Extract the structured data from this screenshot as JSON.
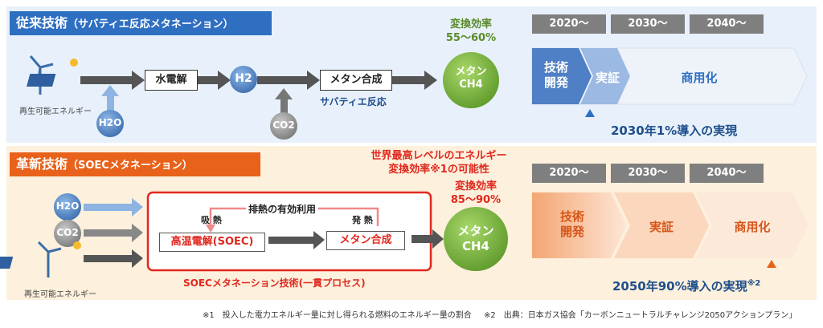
{
  "conventional": {
    "title": "従来技術",
    "title_sub": "（サバティエ反応メタネーション）",
    "renewable_label": "再生可能エネルギー",
    "h2o": "H2O",
    "electrolysis": "水電解",
    "h2": "H2",
    "co2": "CO2",
    "methane_synthesis": "メタン合成",
    "sabatier": "サバティエ反応",
    "efficiency_label": "変換効率",
    "efficiency_value": "55～60%",
    "methane_top": "メタン",
    "methane_formula": "CH4",
    "years": [
      "2020～",
      "2030～",
      "2040～"
    ],
    "stages": [
      "技術\n開発",
      "実証",
      "商用化"
    ],
    "target": "2030年1%導入の実現"
  },
  "innovative": {
    "title": "革新技術",
    "title_sub": "（SOECメタネーション）",
    "highlight_line1": "世界最高レベルのエネルギー",
    "highlight_line2": "変換効率※1の可能性",
    "h2o": "H2O",
    "co2": "CO2",
    "renewable_label": "再生可能エネルギー",
    "waste_heat": "排熱の有効利用",
    "absorb_heat": "吸 熱",
    "emit_heat": "発 熱",
    "soec": "高温電解(SOEC)",
    "methane_synthesis": "メタン合成",
    "process_label": "SOECメタネーション技術(一貫プロセス)",
    "efficiency_label": "変換効率",
    "efficiency_value": "85～90%",
    "methane_top": "メタン",
    "methane_formula": "CH4",
    "years": [
      "2020～",
      "2030～",
      "2040～"
    ],
    "stages": [
      "技術\n開発",
      "実証",
      "商用化"
    ],
    "target": "2050年90%導入の実現",
    "target_note": "※2"
  },
  "footnotes": {
    "note1": "※1　投入した電力エネルギー量に対し得られる燃料のエネルギー量の割合",
    "note2": "※2　出典：日本ガス協会「カーボンニュートラルチャレンジ2050アクションプラン」"
  },
  "colors": {
    "blue_title": "#2e6fc2",
    "orange_title": "#e8621b",
    "methane_green": "#7cb342",
    "accent_red": "#e0281e"
  }
}
